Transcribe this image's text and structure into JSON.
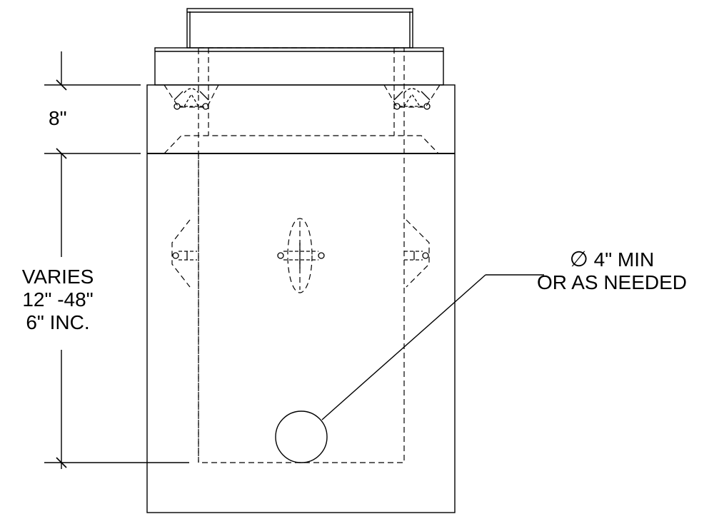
{
  "labels": {
    "dim_top": "8\"",
    "dim_side_line1": "VARIES",
    "dim_side_line2": "12\" -48\"",
    "dim_side_line3": "6\" INC.",
    "callout_symbol": "∅",
    "callout_line1": "4\" MIN",
    "callout_line2": "OR AS NEEDED"
  }
}
